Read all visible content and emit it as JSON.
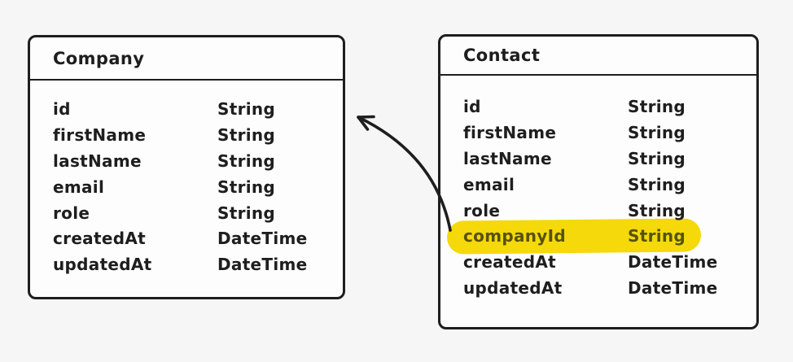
{
  "diagram": {
    "background_color": "#f6f6f7",
    "ink_color": "#1e1e1e",
    "box_fill_color": "#fdfdfe"
  },
  "entities": [
    {
      "name": "Company",
      "fields": [
        {
          "name": "id",
          "type": "String"
        },
        {
          "name": "firstName",
          "type": "String"
        },
        {
          "name": "lastName",
          "type": "String"
        },
        {
          "name": "email",
          "type": "String"
        },
        {
          "name": "role",
          "type": "String"
        },
        {
          "name": "createdAt",
          "type": "DateTime"
        },
        {
          "name": "updatedAt",
          "type": "DateTime"
        }
      ]
    },
    {
      "name": "Contact",
      "fields": [
        {
          "name": "id",
          "type": "String"
        },
        {
          "name": "firstName",
          "type": "String"
        },
        {
          "name": "lastName",
          "type": "String"
        },
        {
          "name": "email",
          "type": "String"
        },
        {
          "name": "role",
          "type": "String"
        },
        {
          "name": "companyId",
          "type": "String",
          "highlighted": true
        },
        {
          "name": "createdAt",
          "type": "DateTime"
        },
        {
          "name": "updatedAt",
          "type": "DateTime"
        }
      ]
    }
  ],
  "highlight": {
    "color": "#f5d90a",
    "text_color": "#56520e",
    "applies_to_field": "companyId"
  },
  "connector": {
    "from_entity": "Contact",
    "from_field": "companyId",
    "to_entity": "Company",
    "style": "curved-arrow"
  }
}
